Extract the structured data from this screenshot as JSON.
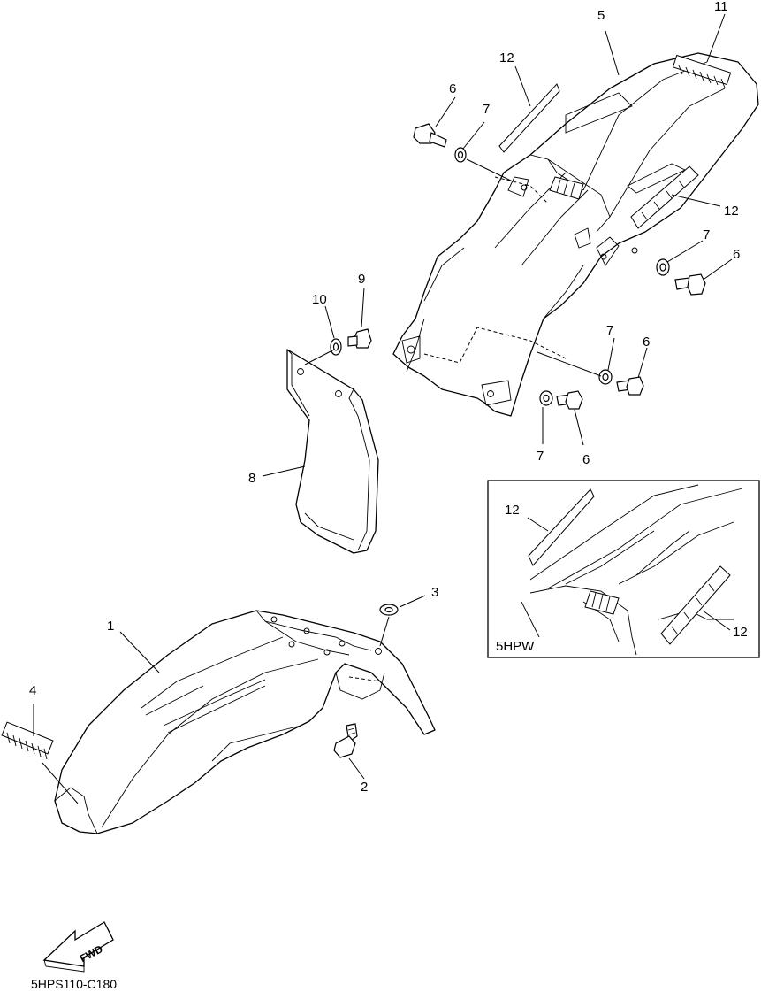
{
  "diagram_code": "5HPS110-C180",
  "inset_variant": "5HPW",
  "fwd_label": "FWD",
  "callouts": {
    "p1": "1",
    "p2": "2",
    "p3": "3",
    "p4": "4",
    "p5": "5",
    "p6a": "6",
    "p6b": "6",
    "p6c": "6",
    "p6d": "6",
    "p7a": "7",
    "p7b": "7",
    "p7c": "7",
    "p7d": "7",
    "p8": "8",
    "p9": "9",
    "p10": "10",
    "p11": "11",
    "p12a": "12",
    "p12b": "12",
    "p12c": "12",
    "p12d": "12"
  }
}
